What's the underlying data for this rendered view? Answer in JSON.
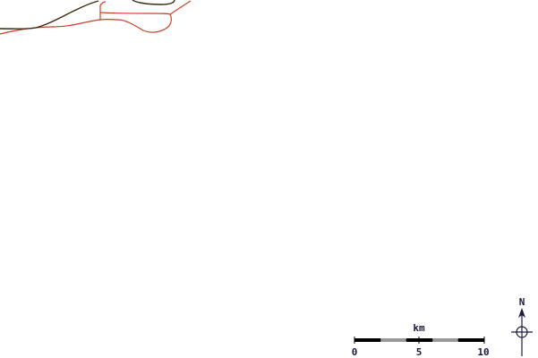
{
  "map": {
    "background_color": "#ffffff",
    "features": [
      {
        "name": "red-boundary-line",
        "color": "#c8402a"
      },
      {
        "name": "dark-road-line",
        "color": "#3a2a10"
      }
    ]
  },
  "scale_bar": {
    "unit_label": "km",
    "tick_labels": [
      "0",
      "5",
      "10"
    ],
    "bar_color": "#000000",
    "alt_color": "#ffffff"
  },
  "north_arrow": {
    "label": "N",
    "icon": "compass-crosshair-icon",
    "color": "#1a1a40"
  }
}
